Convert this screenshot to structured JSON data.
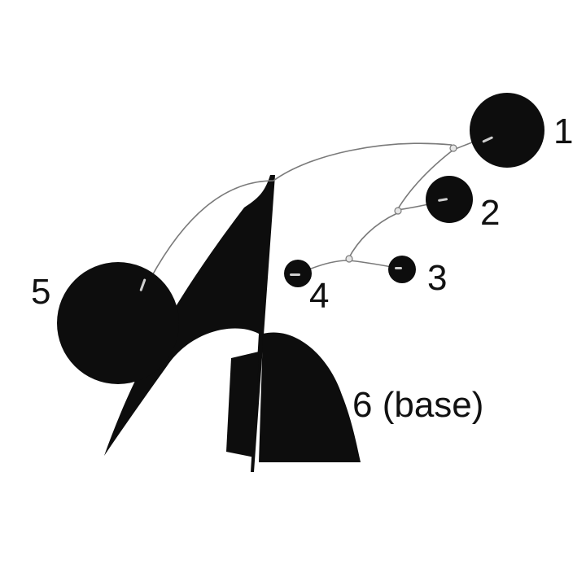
{
  "colors": {
    "sculpture": "#0d0d0d",
    "wire": "#7a7a7a",
    "clip": "#cfcfcf",
    "label": "#111111",
    "background": "#ffffff"
  },
  "labels": {
    "part_1": "1",
    "part_2": "2",
    "part_3": "3",
    "part_4": "4",
    "part_5": "5",
    "part_6": "6 (base)"
  }
}
